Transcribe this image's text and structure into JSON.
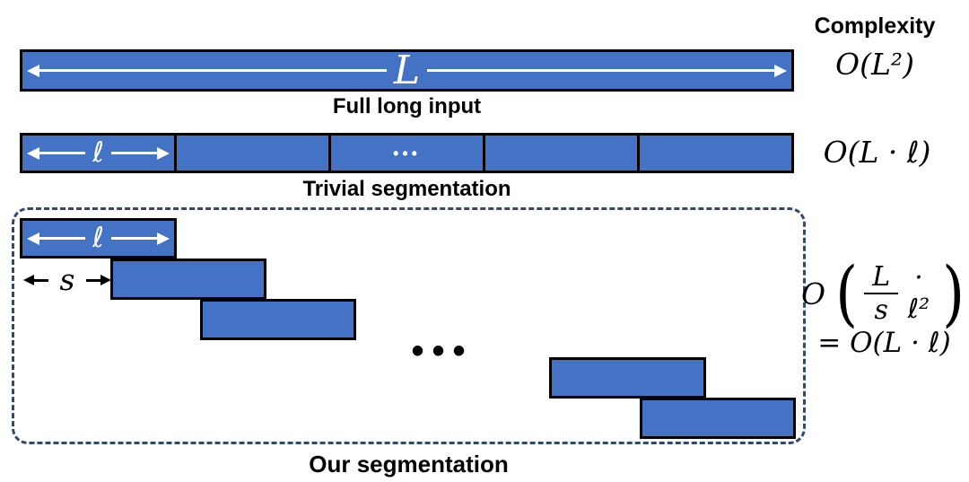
{
  "colors": {
    "segment_fill": "#4472C4",
    "segment_border": "#000000",
    "dashed_box_border": "#2F4A70",
    "arrow_on_bar": "#FFFFFF",
    "text": "#000000"
  },
  "complexity_column": {
    "header": "Complexity",
    "full_input": "O(L²)",
    "trivial": "O(L · ℓ)",
    "ours": {
      "o": "O",
      "open_paren": "(",
      "numerator": "L",
      "denominator": "s",
      "factor": "· ℓ²",
      "close_paren": ")",
      "second_line": "= O(L · ℓ)"
    }
  },
  "full_input": {
    "caption": "Full long input",
    "length_label": "L"
  },
  "trivial": {
    "caption": "Trivial segmentation",
    "segment_length_label": "ℓ",
    "ellipsis": "•••"
  },
  "ours": {
    "caption": "Our segmentation",
    "segment_length_label": "ℓ",
    "stride_label": "s",
    "ellipsis": "•••"
  }
}
